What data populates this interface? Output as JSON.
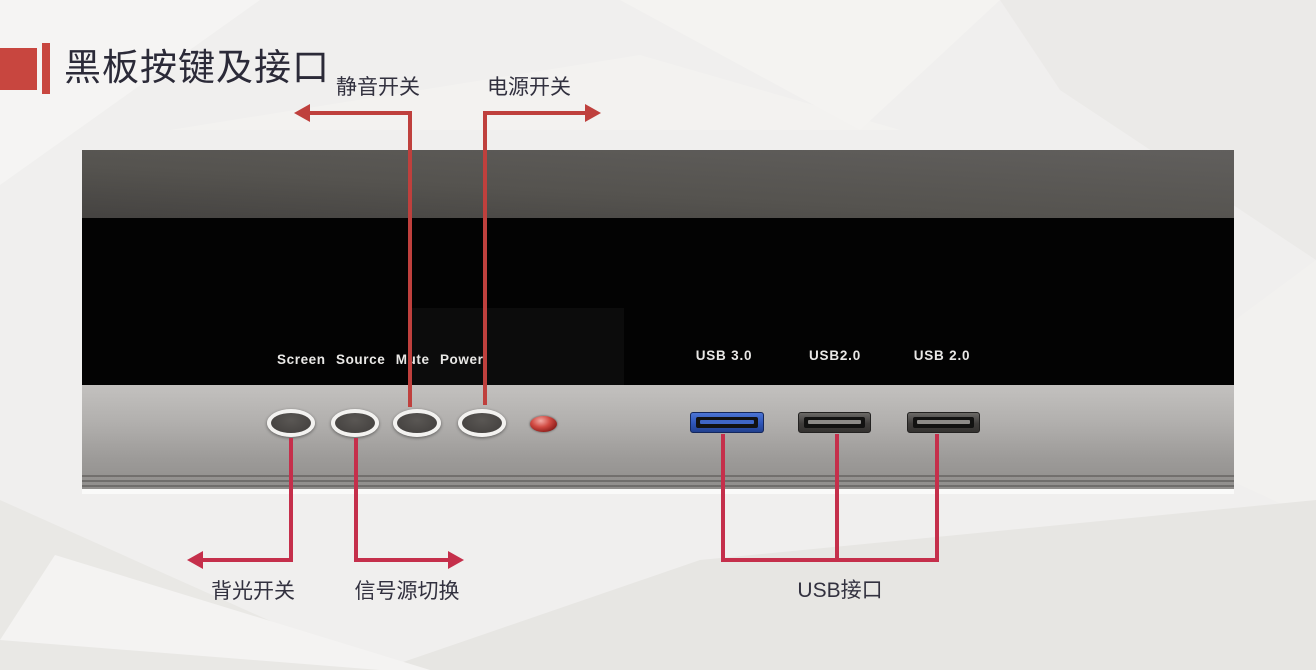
{
  "title": "黑板按键及接口",
  "colors": {
    "background": "#f0efee",
    "accent_red": "#c8463f",
    "arrow_top_red": "#bf403d",
    "arrow_bottom_red": "#c52f4b",
    "title_text": "#2b2a38",
    "label_text": "#32313f",
    "usb3_blue": "#2e55b8"
  },
  "panel": {
    "button_row_label": "Screen Source Mute Power",
    "usb_port_labels": [
      "USB 3.0",
      "USB2.0",
      "USB 2.0"
    ]
  },
  "callouts": {
    "mute": "静音开关",
    "power": "电源开关",
    "backlight": "背光开关",
    "signal_source": "信号源切换",
    "usb": "USB接口"
  }
}
